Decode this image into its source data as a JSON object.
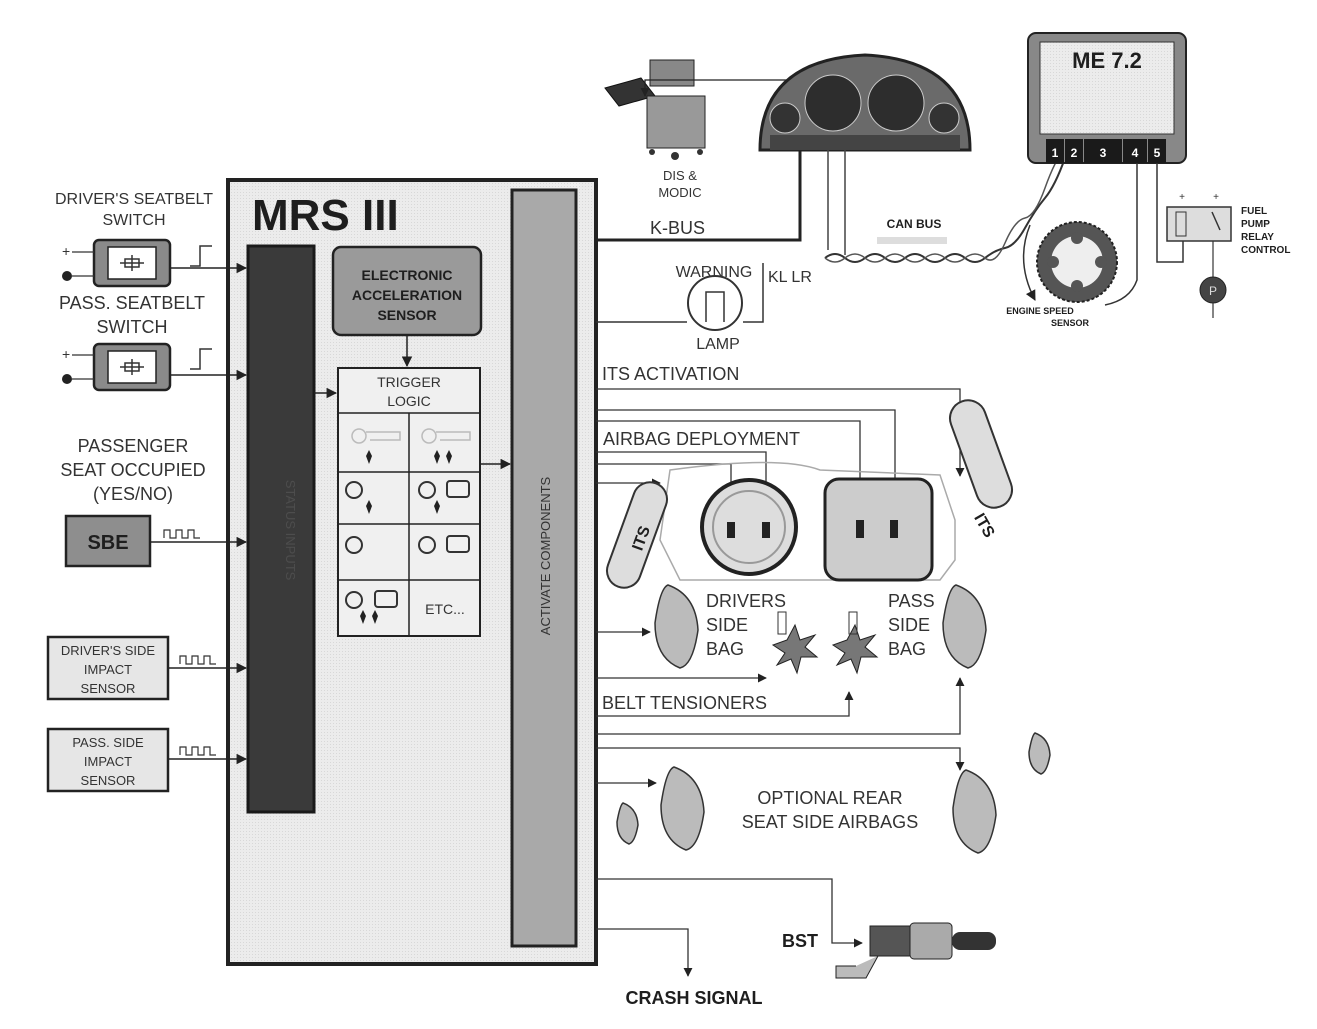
{
  "module": {
    "title": "MRS III",
    "status_inputs_label": "STATUS INPUTS",
    "activate_label": "ACTIVATE COMPONENTS",
    "eas_lines": [
      "ELECTRONIC",
      "ACCELERATION",
      "SENSOR"
    ],
    "trigger_lines": [
      "TRIGGER",
      "LOGIC"
    ],
    "trigger_etc": "ETC..."
  },
  "inputs": {
    "driver_seatbelt": [
      "DRIVER'S SEATBELT",
      "SWITCH"
    ],
    "pass_seatbelt": [
      "PASS. SEATBELT",
      "SWITCH"
    ],
    "passenger_seat": [
      "PASSENGER",
      "SEAT OCCUPIED",
      "(YES/NO)"
    ],
    "sbe": "SBE",
    "driver_side_impact": [
      "DRIVER'S SIDE",
      "IMPACT",
      "SENSOR"
    ],
    "pass_side_impact": [
      "PASS. SIDE",
      "IMPACT",
      "SENSOR"
    ],
    "plus": "+"
  },
  "outputs": {
    "kbus": "K-BUS",
    "dis_modic": [
      "DIS &",
      "MODIC"
    ],
    "can_bus": "CAN BUS",
    "warning": "WARNING",
    "lamp": "LAMP",
    "kl_lr": "KL LR",
    "its_activation": "ITS ACTIVATION",
    "airbag_deployment": "AIRBAG DEPLOYMENT",
    "its": "ITS",
    "drivers_side_bag": [
      "DRIVERS",
      "SIDE",
      "BAG"
    ],
    "pass_side_bag": [
      "PASS",
      "SIDE",
      "BAG"
    ],
    "belt_tensioners": "BELT TENSIONERS",
    "optional_rear": [
      "OPTIONAL REAR",
      "SEAT SIDE AIRBAGS"
    ],
    "bst": "BST",
    "crash_signal": "CRASH SIGNAL"
  },
  "ecu": {
    "title": "ME 7.2",
    "pins": [
      "1",
      "2",
      "3",
      "4",
      "5"
    ],
    "engine_speed_sensor": [
      "ENGINE SPEED",
      "SENSOR"
    ],
    "fuel_pump_relay": [
      "FUEL",
      "PUMP",
      "RELAY",
      "CONTROL"
    ],
    "pump_symbol": "P"
  }
}
